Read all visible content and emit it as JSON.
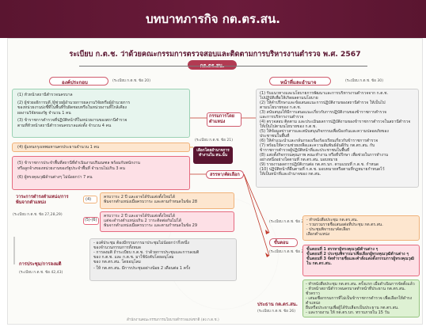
{
  "window": {
    "title": "บทบาทภารกิจ กต.ตร.สน."
  },
  "doc": {
    "heading": "ระเบียบ ก.ต.ช. ว่าด้วยคณะกรรมการตรวจสอบและติดตามการบริหารงานตำรวจ พ.ศ. 2567",
    "tag": "กต.ตร.สน.",
    "footer": "สำนักงานคณะกรรมการนโยบายตำรวจแห่งชาติ (สง.ก.ต.ช.)"
  },
  "left": {
    "composition": {
      "label": "องค์ประกอบ",
      "ref": "(ระเบียบ ก.ต.ช. ข้อ 20)"
    },
    "items": [
      "(1) หัวหน้าสถานีตำรวจนครบาล",
      "(2) ผู้ช่วยอธิการบดี /ผู้ช่วยผู้อำนวยการผลงานวิจัยหรือผู้อำนวยการ",
      "     ของหน่วยงานบ่งชี้ที่ในพื้นที่รับผิดชอบหรือในหน่วยงานที่ใกล้เคียง",
      "     ผลงานวิจัยของรัฐ จำนวน 1 คน",
      "(3) ข้าราชการตำรวจที่ปฏิบัติหน้าที่ในหน่วยงานของสถานีตำรวจ",
      "     ตามที่หัวหน้าสถานีตำรวจนครบาลแต่งตั้ง จำนวน 4 คน"
    ],
    "item4": "(4) ผู้แทนกรุงเทพมหานครประธานจำนวน 1 คน",
    "items56": [
      "(5) ข้าราชการประจำพื้นที่สถานีที่ดำเนินงานปริมณฑล พร้อมกับพนักงาน",
      "     หรือลูกจ้างของหน่วยงานของรัฐประจำพื้นที่ จำนวนไม่เกิน 3 คน",
      "(6) ผู้ทรงคุณวุฒิด้านต่างๆ ไม่น้อยกว่า 7 คน"
    ],
    "term": {
      "label": "วาระการดำรงตำแหน่ง/การพ้นจากตำแหน่ง",
      "ref": "(ระเบียบ ก.ต.ช. ข้อ 27,28,29)"
    },
    "term4": {
      "num": "(4)",
      "lines": [
        "ครบวาระ 2 ปี และอาจได้รับแต่งตั้งใหม่ได้",
        "พ้นจากตำแหน่งเมื่อครบวาระ และตามกำหนดในข้อ 28"
      ]
    },
    "term56": {
      "num": "(5)-(6)",
      "lines": [
        "ครบวาระ 2 ปี และอาจได้รับแต่งตั้งใหม่ได้",
        "แต่จะดำรงตำแหน่งเกิน 2 วาระติดต่อกันไม่ได้",
        "พ้นจากตำแหน่งเมื่อครบวาระ และตามกำหนดในข้อ 29"
      ]
    },
    "meeting": {
      "label": "การประชุม/การลงมติ",
      "ref": "(ระเบียบ ก.ต.ช. ข้อ 42,43)"
    },
    "meeting_lines": [
      "- องค์ประชุม ต้องมีกรรมการมาประชุมไม่น้อยกว่ากึ่งหนึ่ง",
      "  ของจำนวนกรรมการทั้งหมด",
      "- การลงมติ ถ้าระเบียบ ก.ต.ช. ว่าด้วยการประชุมและการลงมติ",
      "  ของ ก.ต.ช. และ ก.ต.ช. มาใช้บังคับโดยอนุโลม",
      "  ของ กต.ตร.สน. โดยอนุโลม",
      "- ให้ กต.ตร.สน. มีการประชุมอย่างน้อย 2 เดือนต่อ 1 ครั้ง"
    ]
  },
  "middle": {
    "committee": "กรรมการโดยตำแหน่ง",
    "ref21": "(ระเบียบ ก.ต.ช. ข้อ 21)",
    "selector": "เลือกโดยอำนาจการทำงานใน สน.นั้น",
    "select_label": "สรรหา/คัดเลือก"
  },
  "right": {
    "duty": {
      "label": "หน้าที่และอำนาจ",
      "ref": "(ระเบียบ ก.ต.ช. ข้อ 30)"
    },
    "duty_lines": [
      "(1) รับแนวทางและนโยบายการพัฒนาและการบริหารงานตำรวจจาก ก.ต.ช.",
      "     ไปปฏิบัติเพื่อให้เกิดผลตามนโยบาย",
      "(2) ให้คำปรึกษาและข้อเสนอแนะการปฏิบัติงานของสถานีตำรวจ ให้เป็นไป",
      "     ตามนโยบายของ ก.ต.ช.",
      "(3) สนับสนุนให้มีการเสนอแนะเกี่ยวกับการปฏิบัติงานของข้าราชการตำรวจ",
      "     และการบริหารงานตำรวจ",
      "(4) ตรวจสอบ ติดตาม และประเมินผลการปฏิบัติงานของข้าราชการตำรวจในสถานีตำรวจ",
      "     ให้เป็นไปตามนโยบายของ ก.ต.ช.",
      "(5) ให้ข้อมูลข่าวสารและสนับสนุนกิจกรรมเพื่อป้องกันและความปลอดภัยของ",
      "     ประชาชนในพื้นที่",
      "(6) ให้คำแนะนำและกลั่นกรองเรื่องร้องเรียนเกี่ยวกับข้าราชการตำรวจ",
      "(7) พร้อมให้ความช่วยเหลือและความสัมพันธ์อันดีกับ กต.ตร.สน. กับ",
      "     ข้าราชการตำรวจผู้ปฏิบัติหน้าที่และประชาชนในพื้นที่",
      "(8) แต่งตั้งกิจกรรมคุณภาพ คณะทำงาน หรือที่ปรึกษา เพื่อช่วยในการทำงาน",
      "     อย่างหนึ่งอย่างใดตามที่ กต.ตร.สน. มอบหมาย",
      "(9) รายงานผลการปฏิบัติงานต่อ กต.ตร.บก. ตามแบบที่ ก.ต.ช. กำหนด",
      "(10) ปฏิบัติหน้าที่อื่นตามที่ ก.ต.ช. มอบหมายหรือตามที่กฎหมายกำหนดไว้",
      "     ให้เป็นหน้าที่และอำนาจของ กต.สน."
    ],
    "steps_label": "ขั้นตอน",
    "steps": [
      "- ทำหนังสือประชุม กต.ตร.สน.",
      "- รวมรวมรายชื่อเสนอต่อที่ประชุม กต.ตร.สน.",
      "- ประชุมพิจารณาคัดเลือก",
      "  เลือกตำแหน่ง"
    ],
    "ref_steps": "(ระเบียบ ก.ต.ช. ข้อ 23,24)",
    "ref_qual": "(ระเบียบ ก.ต.ช. ข้อ 23,25)",
    "qual": [
      "ขั้นตอนที่ 1 สรรหาผู้ทรงคุณวุฒิด้านต่าง ๆ",
      "ขั้นตอนที่ 2 ประชุมพิจารณาเพื่อเลือกผู้ทรงคุณวุฒิด้านต่าง ๆ",
      "ขั้นตอนที่ 3 จัดทำรายชื่อและคำสั่งแต่งตั้งกรรมการผู้ทรงคุณวุฒิ",
      "ใน กต.ตร.สน."
    ],
    "chair": {
      "label": "ประธาน กต.ตร.สน.",
      "ref": "(ระเบียบ ก.ต.ช. ข้อ 26)"
    },
    "chair_lines": [
      "- ทำหนังสือประชุม กต.ตร.สน. ครั้งแรก เมื่อดำเนินการจัดตั้งแล้ว",
      "- หัวหน้าสถานีตำรวจนครบาลทำหน้าที่ประธาน กต.ตร.สน. ชั่วคราว",
      "- เสนอชื่อกรรมการที่ไม่เป็นข้าราชการตำรวจ เพื่อเลือกให้ดำรงตำแหน่ง",
      "  ยื่นหรือประธานเพื่อผู้ได้รับเลือกเป็นประธาน กต.ตร.สน.",
      "- และรายงาน ให้ กต.ตร.บก. ทราบภายใน 15 วัน"
    ]
  },
  "colors": {
    "maroon": "#6b1b3b",
    "mint_bg": "#e7f5ee",
    "mint_border": "#9bd1b4",
    "orange_bg": "#fde6cf",
    "orange_border": "#f0b27a",
    "pink_bg": "#fde0e6",
    "pink_border": "#e56a7f",
    "green_bg": "#def1d3",
    "green_border": "#93c47d",
    "grey_bg": "#eeeeee"
  }
}
